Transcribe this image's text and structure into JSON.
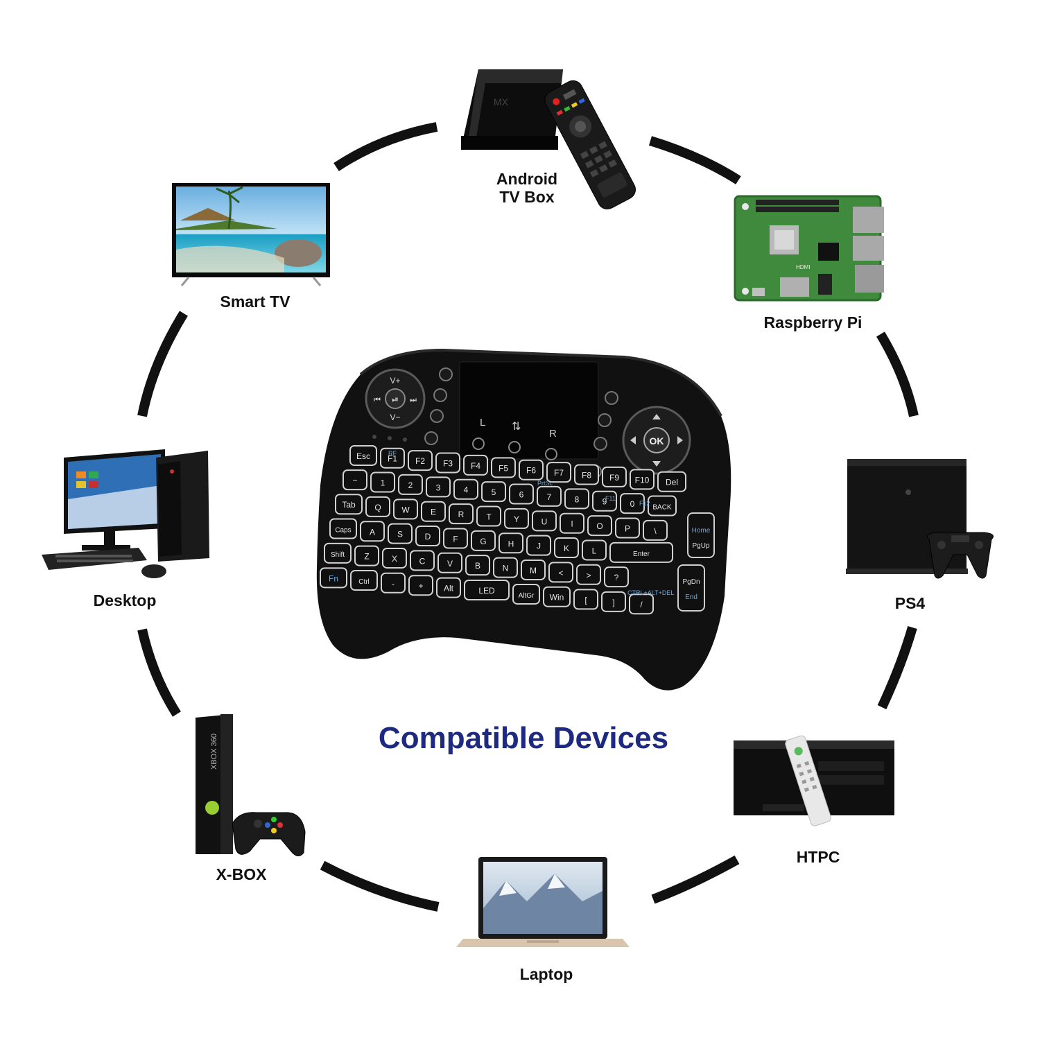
{
  "title": "Compatible Devices",
  "devices": {
    "android_tv_box": {
      "line1": "Android",
      "line2": "TV Box",
      "box_text": "MX"
    },
    "raspberry_pi": {
      "label": "Raspberry Pi",
      "hdmi_text": "HDMI"
    },
    "smart_tv": {
      "label": "Smart TV"
    },
    "desktop": {
      "label": "Desktop"
    },
    "ps4": {
      "label": "PS4"
    },
    "xbox": {
      "label": "X-BOX",
      "console_text": "XBOX 360"
    },
    "htpc": {
      "label": "HTPC"
    },
    "laptop": {
      "label": "Laptop"
    }
  },
  "keyboard": {
    "touchpad": {
      "left": "L",
      "scroll": "⇅",
      "right": "R"
    },
    "dpad_left": {
      "up": "V+",
      "down": "V−",
      "left": "⏮",
      "right": "⏭",
      "center": "⏯"
    },
    "dpad_right": {
      "center": "OK"
    },
    "rows": [
      [
        "Esc",
        "F1",
        "F2",
        "F3",
        "F4",
        "F5",
        "F6",
        "F7",
        "F8",
        "F9",
        "F10",
        "Del"
      ],
      [
        "~",
        "1",
        "2",
        "3",
        "4",
        "5",
        "6",
        "7",
        "8",
        "9",
        "0",
        "BACK"
      ],
      [
        "Tab",
        "Q",
        "W",
        "E",
        "R",
        "T",
        "Y",
        "U",
        "I",
        "O",
        "P",
        "\\"
      ],
      [
        "Caps",
        "A",
        "S",
        "D",
        "F",
        "G",
        "H",
        "J",
        "K",
        "L",
        "Enter"
      ],
      [
        "Shift",
        "Z",
        "X",
        "C",
        "V",
        "B",
        "N",
        "M",
        "<",
        ">",
        "?"
      ],
      [
        "Fn",
        "Ctrl",
        "-",
        "+",
        "Alt",
        "LED",
        "AltGr",
        "Win",
        "[",
        "]",
        "/"
      ]
    ],
    "fn_labels": {
      "f1": "RF",
      "f7": "PrtSc",
      "f9": "F11",
      "f10": "F12",
      "enter_sub": "CTRL+ALT+DEL"
    },
    "side_keys": [
      "Home",
      "PgUp",
      "PgDn",
      "End"
    ]
  }
}
